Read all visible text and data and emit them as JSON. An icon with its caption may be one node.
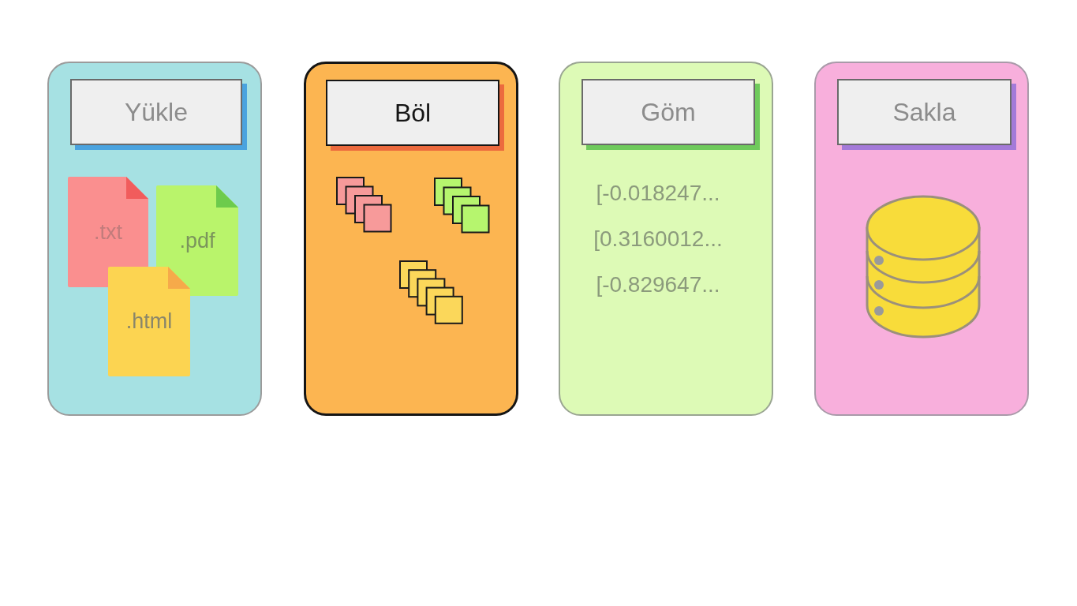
{
  "diagram": {
    "nodes": [
      {
        "text": [],
        "shape": "box"
      },
      {
        "text": [
          "Yükle"
        ],
        "in": 0
      },
      {
        "text": [
          ".txt"
        ],
        "in": 0
      },
      {
        "text": [
          ".pdf"
        ],
        "in": 0
      },
      {
        "text": [
          ".html"
        ],
        "in": 0
      },
      {
        "text": [],
        "shape": "box"
      },
      {
        "text": [
          "Böl"
        ],
        "in": 5
      },
      {
        "text": [
          "[-0.018247...",
          "[0.3160012...",
          "[-0.829647..."
        ]
      },
      {
        "text": [
          "Göm"
        ],
        "in": 7
      },
      {
        "text": [],
        "shape": "box"
      },
      {
        "text": [
          "Sakla"
        ],
        "in": 9
      }
    ]
  }
}
